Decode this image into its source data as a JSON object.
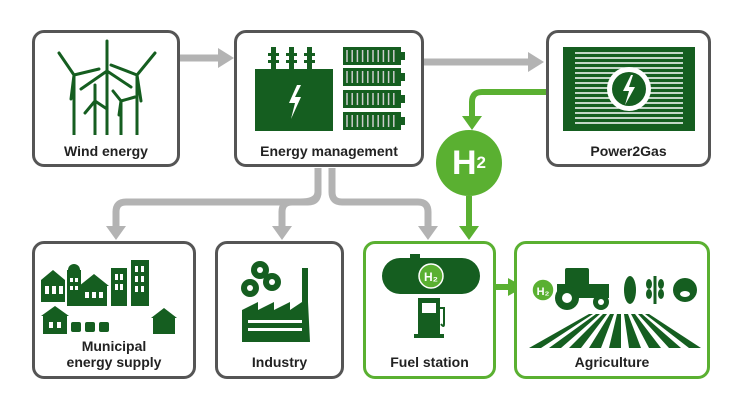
{
  "colors": {
    "dark_green": "#155e20",
    "light_green": "#5ab031",
    "gray_arrow": "#b3b3b3",
    "border": "#555555"
  },
  "nodes": {
    "wind": {
      "label": "Wind energy",
      "icon": "wind-turbines-icon"
    },
    "energy": {
      "label": "Energy management",
      "icon": "transformer-battery-icon"
    },
    "p2g": {
      "label": "Power2Gas",
      "icon": "electrolyzer-icon"
    },
    "h2": {
      "label": "H",
      "sub": "2"
    },
    "municipal": {
      "label_line1": "Municipal",
      "label_line2": "energy supply",
      "icon": "city-icon"
    },
    "industry": {
      "label": "Industry",
      "icon": "factory-icon"
    },
    "fuel": {
      "label": "Fuel station",
      "icon": "hydrogen-tank-pump-icon",
      "badge": "H₂"
    },
    "agri": {
      "label": "Agriculture",
      "icon": "tractor-field-icon",
      "badge": "H₂"
    }
  }
}
